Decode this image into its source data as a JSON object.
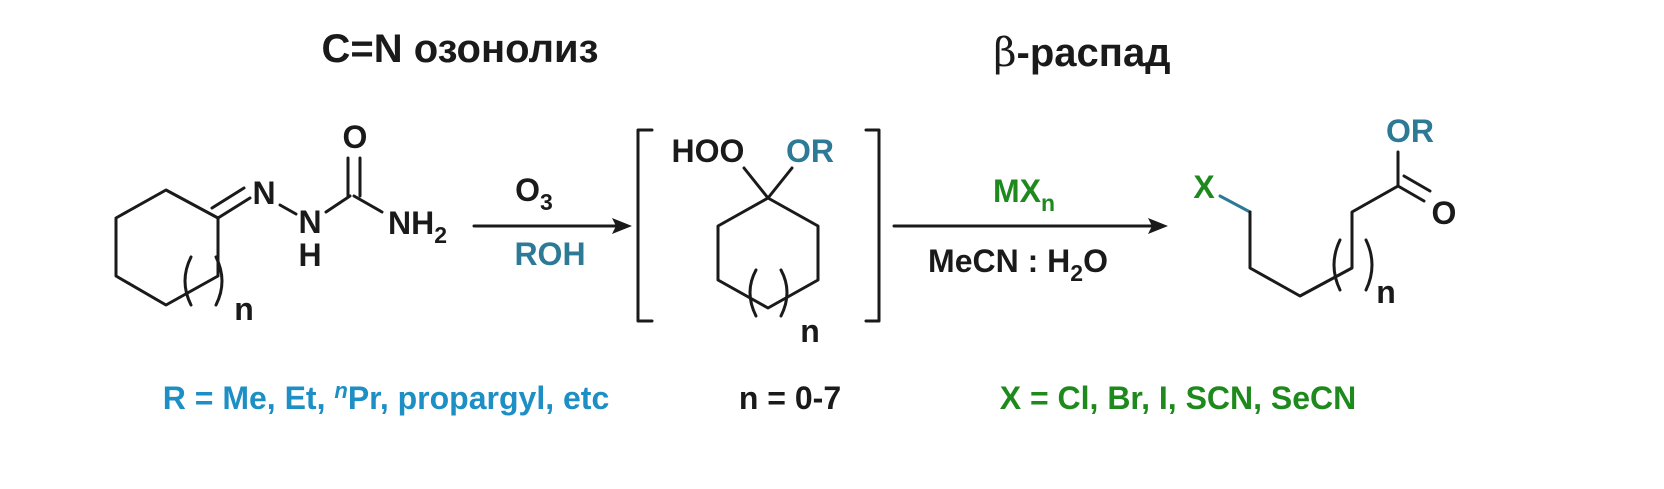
{
  "headings": {
    "step1": "C=N озонолиз",
    "step2_beta": "β",
    "step2_rest": "-распад"
  },
  "reagents": {
    "step1_top_O": "O",
    "step1_top_sub": "3",
    "step1_bottom": "ROH",
    "step2_top_MX": "MX",
    "step2_top_sub": "n",
    "step2_bottom_pre": "MeCN : H",
    "step2_bottom_sub": "2",
    "step2_bottom_post": "O"
  },
  "start_material": {
    "atom_N1": "N",
    "atom_N2": "N",
    "atom_H": "H",
    "atom_O": "O",
    "atom_NH2": "NH",
    "atom_NH2_sub": "2",
    "index_n": "n"
  },
  "intermediate": {
    "atom_HOO": "HOO",
    "atom_OR": "OR",
    "index_n": "n"
  },
  "product": {
    "atom_X": "X",
    "atom_OR": "OR",
    "atom_O": "O",
    "index_n": "n"
  },
  "footnotes": {
    "r_pre": "R = Me, Et, ",
    "r_sup": "n",
    "r_post": "Pr, propargyl, etc",
    "n_range": "n = 0-7",
    "x_list": "X = Cl, Br, I, SCN, SeCN"
  },
  "colors": {
    "black": "#1a1a1a",
    "teal": "#2c7a96",
    "blue": "#1d8fc4",
    "green": "#1e8a1e"
  }
}
